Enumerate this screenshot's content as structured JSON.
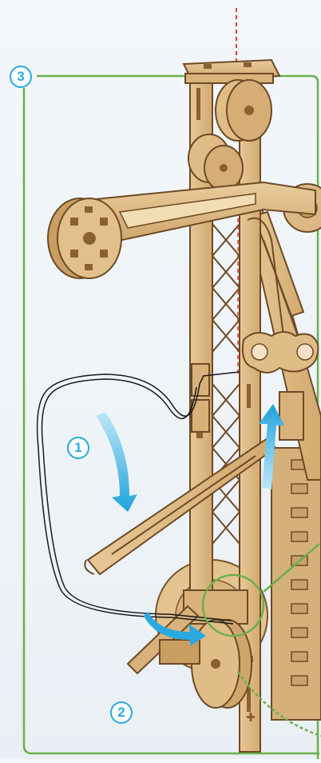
{
  "steps": {
    "frame_step": "3",
    "step_one": "1",
    "step_two": "2"
  },
  "colors": {
    "frame_green": "#6ab04c",
    "accent_blue": "#29a9df",
    "wood": "#dcb886",
    "wood_dark": "#a77a45",
    "wood_edge": "#6d4a26",
    "dashed_axis": "#e53935",
    "cable": "#1a1a1a"
  },
  "icons": {
    "arrow": "curved-arrow-icon",
    "magnifier": "detail-circle-icon"
  }
}
